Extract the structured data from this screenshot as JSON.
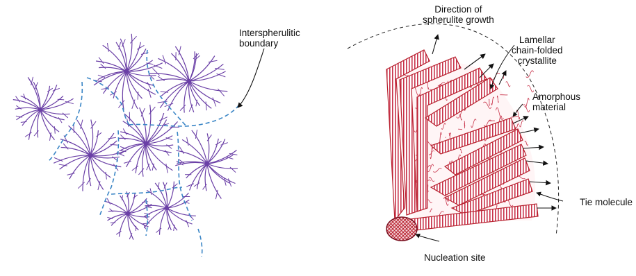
{
  "left_figure": {
    "labels": {
      "boundary": "Interspherulitic\nboundary"
    },
    "colors": {
      "spherulite": "#6a3fa6",
      "boundary": "#3b86c6"
    }
  },
  "right_figure": {
    "labels": {
      "growth": "Direction of\nspherulite growth",
      "lamellar": "Lamellar\nchain-folded\ncrystallite",
      "amorphous": "Amorphous\nmaterial",
      "tie": "Tie molecule",
      "nucleation": "Nucleation site"
    },
    "colors": {
      "lamella_stripe": "#c8334a",
      "lamella_line": "#4a6fb8",
      "amorphous": "#c8334a"
    }
  }
}
